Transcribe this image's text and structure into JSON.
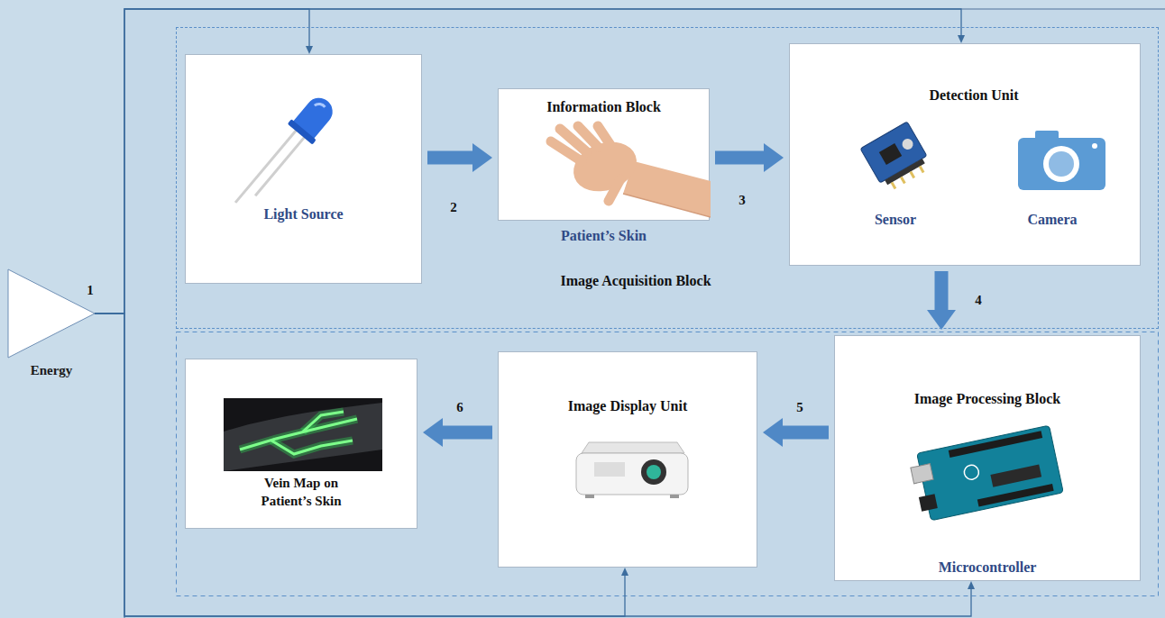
{
  "diagram": {
    "nodes": [
      {
        "text": [
          "Energy"
        ]
      },
      {
        "text": [
          "Image Acquisition Block"
        ]
      },
      {
        "text": [
          "Light Source"
        ],
        "in": 1
      },
      {
        "text": [
          "Information Block",
          "Patient’s Skin"
        ],
        "in": 1
      },
      {
        "text": [
          "Detection Unit",
          "Sensor",
          "Camera"
        ],
        "in": 1
      },
      {
        "text": [
          "Image Processing Block",
          "Microcontroller"
        ]
      },
      {
        "text": [
          "Image Display Unit"
        ]
      },
      {
        "text": [
          "Vein Map on Patient’s Skin"
        ]
      }
    ],
    "edges": [
      {
        "from": 0,
        "to": 2,
        "arrow": "to"
      },
      {
        "from": 0,
        "to": 4,
        "arrow": "to"
      },
      {
        "from": 0,
        "to": 6,
        "arrow": "to"
      },
      {
        "from": 0,
        "to": 5,
        "arrow": "to"
      },
      {
        "from": 2,
        "to": 3,
        "arrow": "to"
      },
      {
        "from": 3,
        "to": 4,
        "arrow": "to"
      },
      {
        "from": 4,
        "to": 5,
        "arrow": "to"
      },
      {
        "from": 5,
        "to": 6,
        "arrow": "to"
      },
      {
        "from": 6,
        "to": 7,
        "arrow": "to"
      }
    ],
    "labels": [
      "1",
      "2",
      "3",
      "4",
      "5",
      "6"
    ]
  }
}
